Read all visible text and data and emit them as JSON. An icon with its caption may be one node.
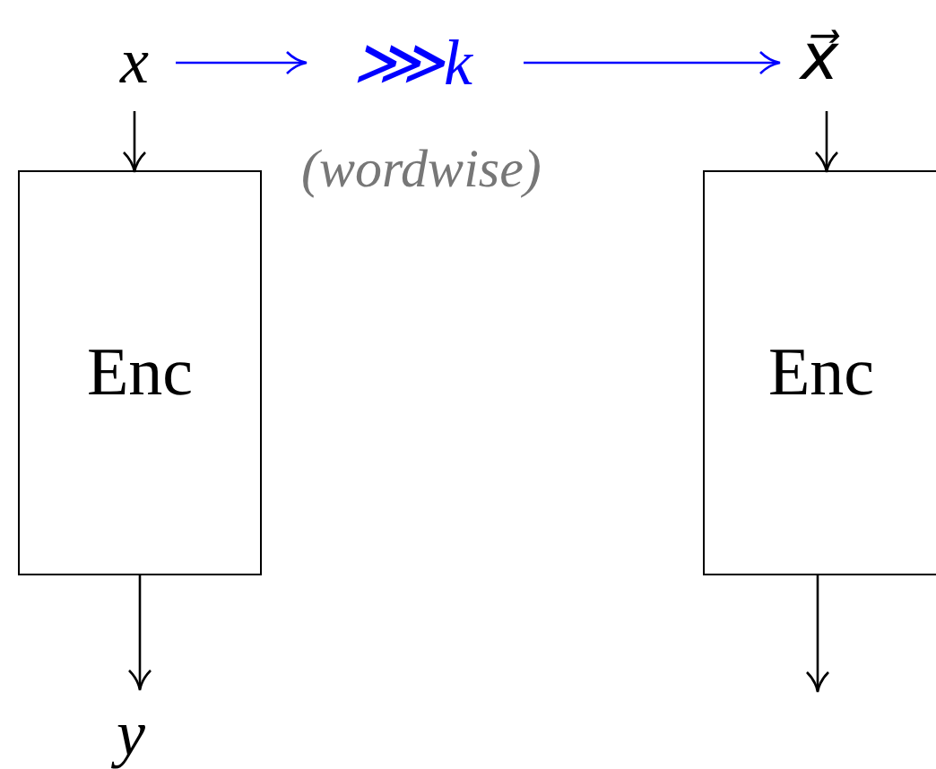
{
  "diagram": {
    "nodes": [
      {
        "text": [
          "x"
        ]
      },
      {
        "text": [
          "⋙k"
        ],
        "beside": [
          "(wordwise)"
        ]
      },
      {
        "text": [
          "x⃗"
        ]
      },
      {
        "text": [
          "Enc"
        ]
      },
      {
        "text": [
          "y"
        ]
      },
      {
        "text": [
          "Enc"
        ]
      }
    ],
    "edges": [
      {
        "from": 0,
        "to": 1,
        "arrow": "to",
        "color": "#0000ff"
      },
      {
        "from": 1,
        "to": 2,
        "arrow": "to",
        "color": "#0000ff"
      },
      {
        "from": 0,
        "to": 3,
        "arrow": "to"
      },
      {
        "from": 3,
        "to": 4,
        "arrow": "to"
      },
      {
        "from": 2,
        "to": 5,
        "arrow": "to"
      },
      {
        "from": 5,
        "to": null,
        "arrow": "to"
      }
    ]
  }
}
